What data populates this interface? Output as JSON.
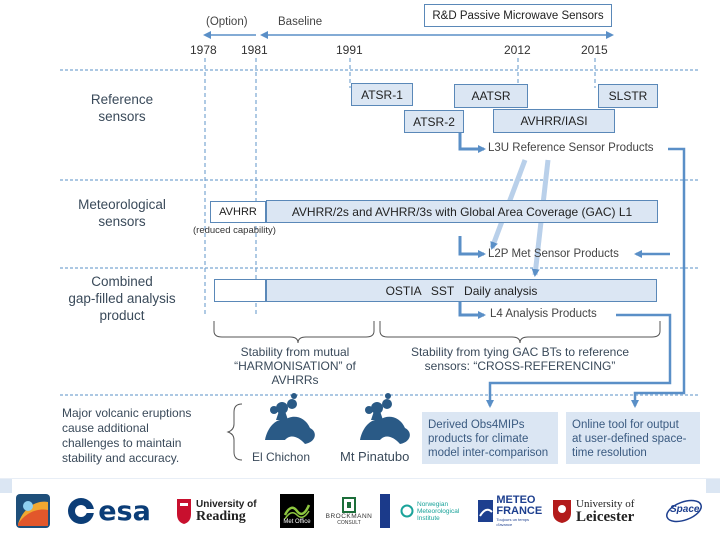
{
  "timeline": {
    "option_label": "(Option)",
    "baseline_label": "Baseline",
    "rd_label": "R&D Passive Microwave Sensors",
    "years": [
      "1978",
      "1981",
      "1991",
      "2012",
      "2015"
    ]
  },
  "rows": {
    "reference": [
      "Reference",
      "sensors"
    ],
    "meteorological": [
      "Meteorological",
      "sensors"
    ],
    "combined": [
      "Combined",
      "gap-filled analysis",
      "product"
    ]
  },
  "reference_sensors": {
    "atsr1": "ATSR-1",
    "atsr2": "ATSR-2",
    "aatsr": "AATSR",
    "avhrr_iasi": "AVHRR/IASI",
    "slstr": "SLSTR",
    "product": "L3U Reference Sensor Products"
  },
  "met_sensors": {
    "avhrr": "AVHRR",
    "avhrr_gac": "AVHRR/2s and AVHRR/3s with Global Area Coverage (GAC) L1",
    "reduced": "(reduced capability)",
    "product": "L2P Met Sensor Products"
  },
  "analysis": {
    "ostia": "OSTIA   SST   Daily analysis",
    "product": "L4 Analysis Products"
  },
  "stability": {
    "harmonisation": [
      "Stability from mutual",
      "“HARMONISATION” of AVHRRs"
    ],
    "cross_ref": [
      "Stability from tying GAC BTs to reference",
      "sensors: “CROSS-REFERENCING”"
    ]
  },
  "volcanic": {
    "note": [
      "Major volcanic eruptions",
      "cause additional",
      "challenges to maintain",
      "stability and accuracy."
    ],
    "el_chichon": "El Chichon",
    "pinatubo": "Mt Pinatubo"
  },
  "outputs": {
    "obs4mips": [
      "Derived Obs4MIPs",
      "products for climate",
      "model inter-comparison"
    ],
    "online_tool": [
      "Online tool for output",
      "at user-defined space-",
      "time resolution"
    ]
  },
  "logos": {
    "esa": "esa",
    "reading": [
      "University of",
      "Reading"
    ],
    "met_office": "Met Office",
    "brockmann": [
      "BROCKMANN",
      "CONSULT"
    ],
    "met_norway": [
      "Norwegian",
      "Meteorological",
      "Institute"
    ],
    "meteo_france": [
      "METEO",
      "FRANCE"
    ],
    "meteo_france_tag": "Toujours un temps d'avance",
    "leicester": [
      "University of",
      "Leicester"
    ],
    "space": "Space"
  },
  "colors": {
    "arrow_blue": "#5a8fc7",
    "box_fill": "#dbe6f3",
    "box_border": "#5a88b8",
    "panel_fill": "#dbe6f3",
    "text_slate": "#3a4a5a",
    "esa_blue": "#0b3d77",
    "reading_red": "#c8102e",
    "meteo_france_blue": "#1d3f8f",
    "leicester_red": "#b31b1b"
  }
}
